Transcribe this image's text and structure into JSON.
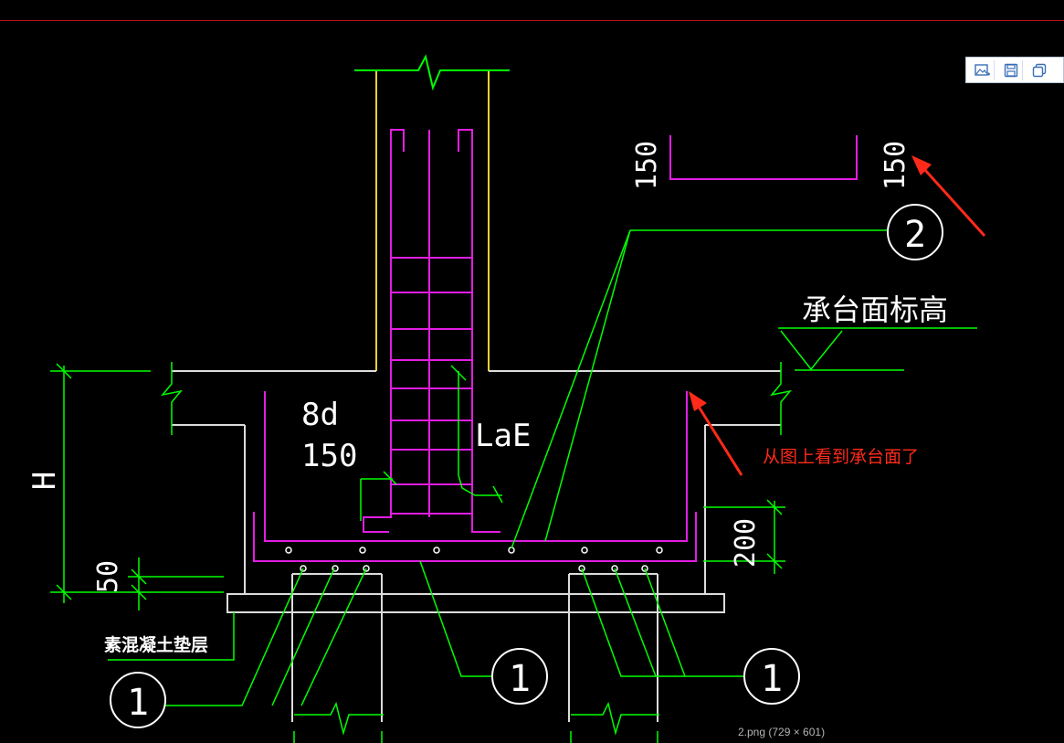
{
  "drawing": {
    "labels": {
      "dim_150_left": "150",
      "dim_150_right": "150",
      "label_8d": "8d",
      "label_150": "150",
      "label_lae": "LaE",
      "dim_h": "H",
      "dim_50": "50",
      "dim_200": "200",
      "cap_top_elevation": "承台面标高",
      "plain_concrete_cushion": "素混凝土垫层"
    },
    "callouts": [
      "2",
      "1",
      "1",
      "1"
    ]
  },
  "annotation": {
    "text": "从图上看到承台面了",
    "color": "#ff2a1a"
  },
  "viewer": {
    "caption": "2.png (729 × 601)",
    "toolbar": [
      "image-edit-icon",
      "save-icon",
      "copy-icon"
    ]
  },
  "colors": {
    "background": "#000000",
    "concrete_outline": "#ffffff",
    "column_outline": "#e6d23c",
    "rebar": "#e21de2",
    "dimension": "#00ff00",
    "top_rule": "#c0101a"
  }
}
